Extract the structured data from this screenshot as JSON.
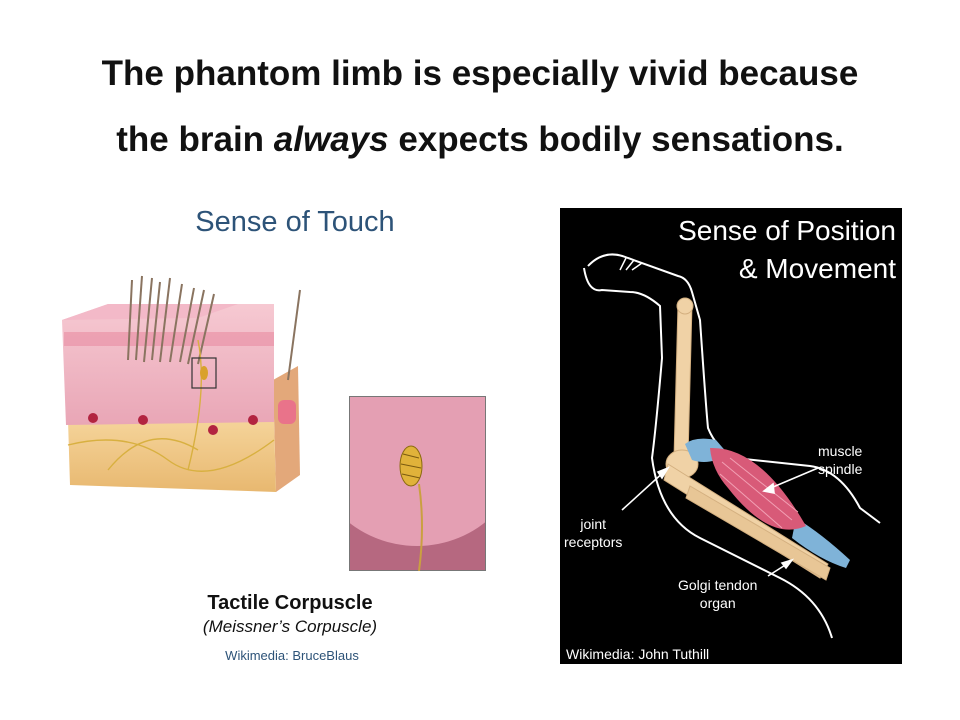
{
  "slide": {
    "title_line1": "The phantom limb is especially vivid because",
    "title_line2_before": "the brain ",
    "title_line2_emphasis": "always",
    "title_line2_after": " expects bodily sensations."
  },
  "touch": {
    "heading": "Sense of Touch",
    "caption": "Tactile Corpuscle",
    "caption_sub": "(Meissner’s Corpuscle)",
    "credit": "Wikimedia: BruceBlaus"
  },
  "position": {
    "heading_line1": "Sense of Position",
    "heading_line2": "& Movement",
    "labels": {
      "muscle_spindle_1": "muscle",
      "muscle_spindle_2": "spindle",
      "joint_1": "joint",
      "joint_2": "receptors",
      "golgi_1": "Golgi tendon",
      "golgi_2": "organ"
    },
    "credit": "Wikimedia: John Tuthill"
  },
  "colors": {
    "heading_blue": "#2d5378",
    "panel_bg": "#000000",
    "bone": "#f0d2a6",
    "muscle": "#d85a78",
    "tendon": "#7fb3d8"
  }
}
